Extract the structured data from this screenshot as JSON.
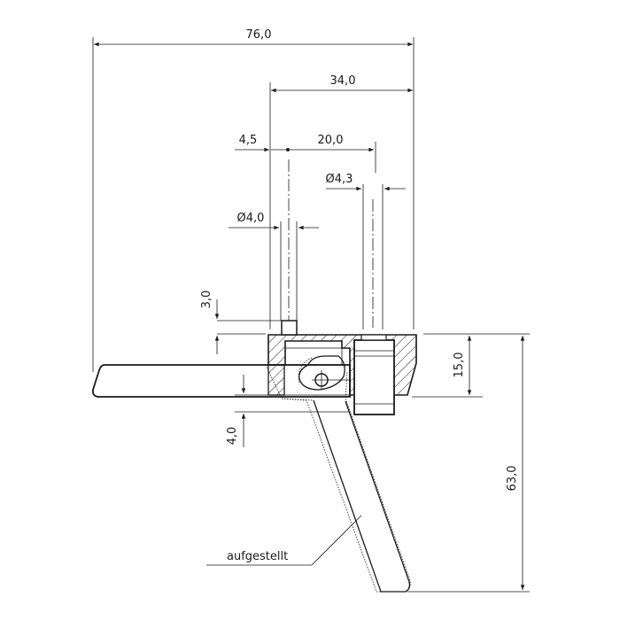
{
  "dimensions": {
    "overall_width": "76,0",
    "body_width": "34,0",
    "offset_left": "4,5",
    "pin_spacing": "20,0",
    "hole_diameter_right": "Ø4,3",
    "pin_diameter_left": "Ø4,0",
    "pin_height": "3,0",
    "body_height": "15,0",
    "lever_thickness": "4,0",
    "total_height": "63,0"
  },
  "labels": {
    "raised_position": "aufgestellt"
  }
}
